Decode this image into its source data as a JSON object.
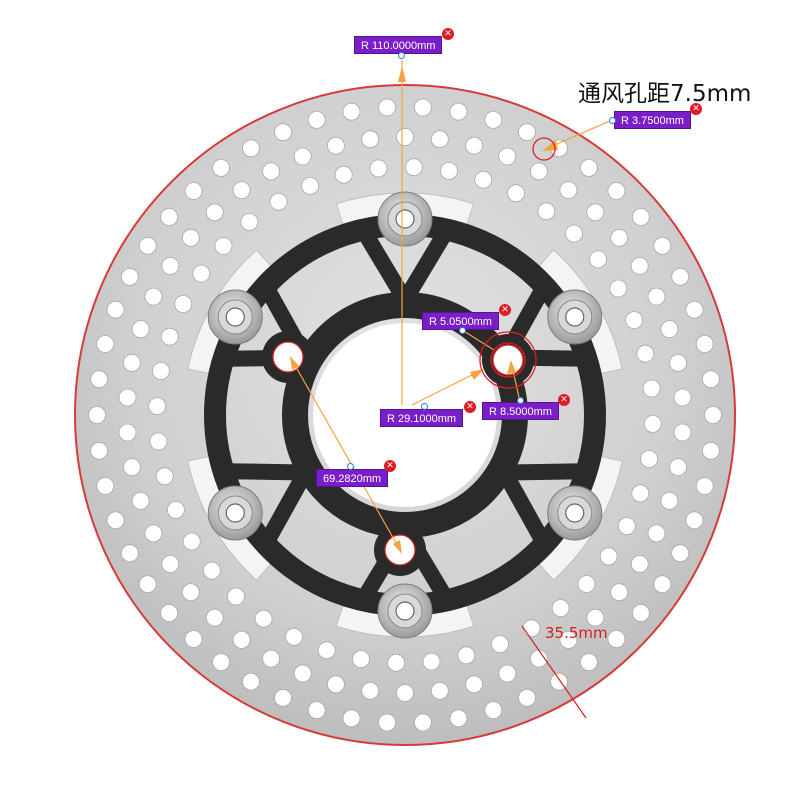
{
  "heading": "通风孔距7.5mm",
  "rim_width_label": "35.5mm",
  "dimensions": [
    {
      "id": "outer-radius",
      "text": "R 110.0000mm"
    },
    {
      "id": "vent-hole-radius",
      "text": "R 3.7500mm"
    },
    {
      "id": "mount-hole-radius",
      "text": "R 5.0500mm"
    },
    {
      "id": "bolt-circle-radius",
      "text": "R 29.1000mm"
    },
    {
      "id": "mount-boss-radius",
      "text": "R 8.5000mm"
    },
    {
      "id": "hole-spacing",
      "text": "69.2820mm"
    }
  ],
  "icons": {
    "close": "close-icon",
    "bolt": "bolt-icon",
    "vent_hole": "vent-hole-icon"
  },
  "colors": {
    "disc": "#c9c9c9",
    "disc_edge": "#d63b3b",
    "carrier": "#2a2a2a",
    "dimension_line": "#f5a340",
    "label_bg": "#7a1fc7",
    "highlight": "#e02020",
    "close_badge": "#e01b24"
  }
}
